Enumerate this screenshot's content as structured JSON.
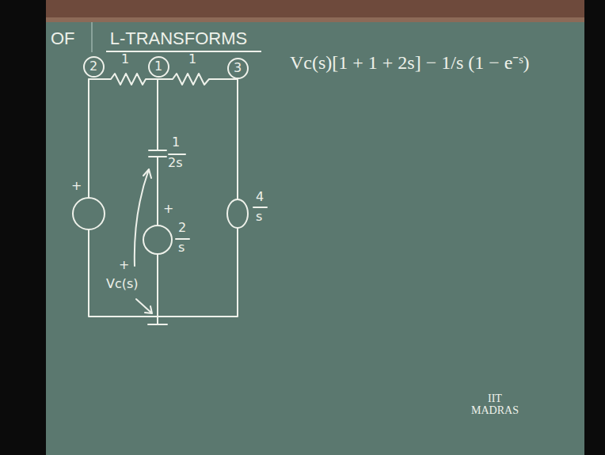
{
  "diagram": {
    "title": "OF L-TRANSFORMS",
    "nodes": [
      {
        "text": [
          "2"
        ]
      },
      {
        "text": [
          "1"
        ]
      },
      {
        "text": [
          "3"
        ]
      }
    ],
    "labels": [
      "1",
      "1",
      "1",
      "2s",
      "+",
      "2",
      "s",
      "4",
      "s",
      "+",
      "+",
      "Vc(s)",
      "Vc(s)[1 + 1 + 2s] − 1/s (1 − e⁻ˢ)",
      "IIT MADRAS"
    ]
  }
}
